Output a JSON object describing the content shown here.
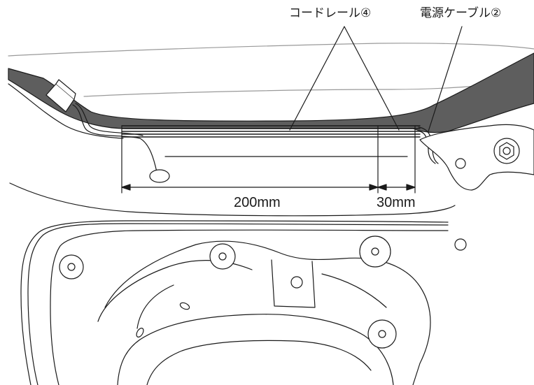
{
  "labels": {
    "cord_rail": "コードレール④",
    "power_cable": "電源ケーブル②",
    "dim_200": "200mm",
    "dim_30": "30mm"
  },
  "colors": {
    "line": "#1a1a1a",
    "panel_dark": "#5e5e5e",
    "background": "#ffffff"
  }
}
